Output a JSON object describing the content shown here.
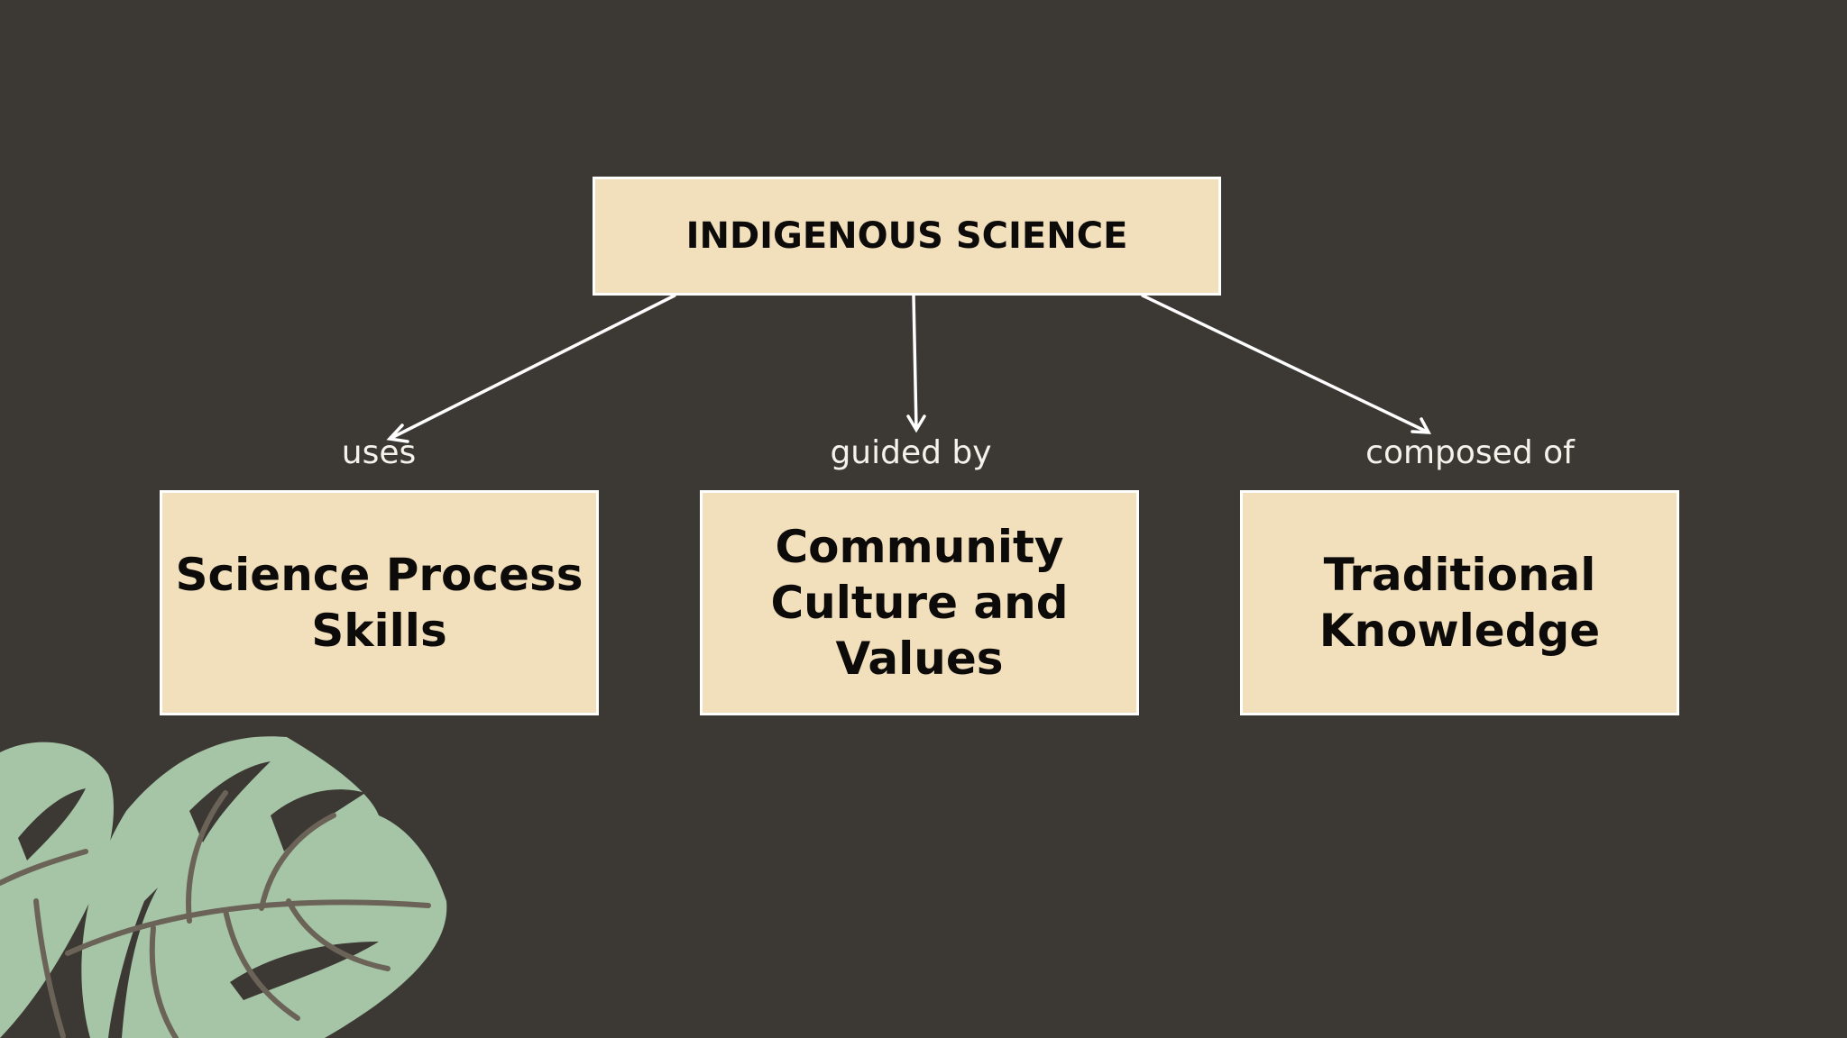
{
  "diagram": {
    "root": {
      "label": "INDIGENOUS SCIENCE"
    },
    "edges": [
      {
        "relation": "uses",
        "target": "Science Process\nSkills"
      },
      {
        "relation": "guided by",
        "target": "Community\nCulture and\nValues"
      },
      {
        "relation": "composed of",
        "target": "Traditional\nKnowledge"
      }
    ]
  },
  "colors": {
    "background": "#3c3934",
    "box_fill": "#f2dfbb",
    "box_border": "#ffffff",
    "arrow": "#ffffff",
    "leaf": "#a6c5a6",
    "leaf_veins": "#6b6357"
  },
  "decoration": {
    "icon": "monstera-leaf-icon"
  }
}
